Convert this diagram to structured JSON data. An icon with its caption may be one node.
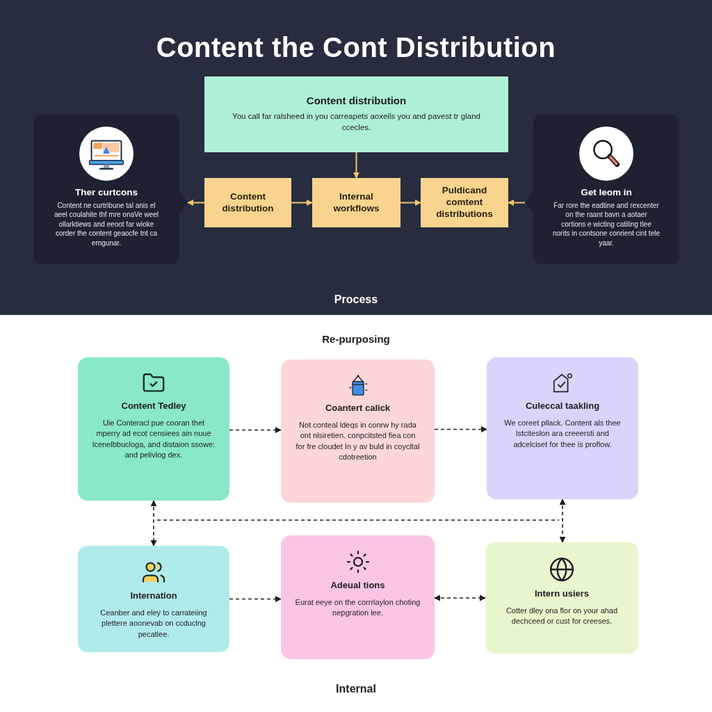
{
  "diagram": {
    "title": "Content the Cont Distribution",
    "nodes": [
      {
        "text": [
          "Content distribution",
          "You call far ralsheed in you carreapets aoxeils you and pavest tr gland ccecles."
        ]
      },
      {
        "text": [
          "Ther curtcons",
          "Content ne curtribune tal anis el aeel coulahite thf mre onaVe weel ollarktiews and eeoot far wioke corder the content geaocfe tnt ca erngunar."
        ]
      },
      {
        "text": [
          "Content distribution"
        ]
      },
      {
        "text": [
          "Internal workflows"
        ]
      },
      {
        "text": [
          "Puldicand comtent distributions"
        ]
      },
      {
        "text": [
          "Get leom in",
          "Far rore the eadtine and rexcenter on the raant bavn a aotaer cortions e wicting catiling tlee norits in contsone conrient cint tele yaar."
        ]
      },
      {
        "text": [
          "Content Tedley",
          "Uie Conteracl pue cooran thet mperry ad ecot censiees ain nuue lcenelbbucloga, and distaion ssowe: and pelivlog dex."
        ]
      },
      {
        "text": [
          "Coantert calick",
          "Not conteal ldeqs in conrw hy rada ont nlsiretien. conpcitsted fiea con for fre cloudet In y av buld in coycltal cdotreetion"
        ]
      },
      {
        "text": [
          "Culeccal taakling",
          "We coreet pllack. Content als thee lstciteslon ara creeersti and adcelciset for thee is proflow."
        ]
      },
      {
        "text": [
          "Internation",
          "Ceanber and eley to carrateiing plettere aoonevab on ccduclng pecatlee."
        ]
      },
      {
        "text": [
          "Adeual tions",
          "Eurat eeye on the corrrlaylon choting nepgration lee."
        ]
      },
      {
        "text": [
          "Intern usiers",
          "Cotter dley ona flor on your ahad dechceed or cust for creeses."
        ]
      }
    ],
    "edges": [
      {
        "from": 0,
        "to": 3,
        "arrow": "to",
        "color": "#f2c46d"
      },
      {
        "from": 2,
        "to": 1,
        "arrow": "to",
        "color": "#f2c46d"
      },
      {
        "from": 2,
        "to": 3,
        "arrow": "to",
        "color": "#f2c46d"
      },
      {
        "from": 3,
        "to": 4,
        "arrow": "to",
        "color": "#f2c46d"
      },
      {
        "from": 5,
        "to": 4,
        "arrow": "to",
        "color": "#f2c46d"
      },
      {
        "from": 6,
        "to": 7,
        "arrow": "to",
        "style": "dashed"
      },
      {
        "from": 7,
        "to": 8,
        "arrow": "to",
        "style": "dashed"
      },
      {
        "from": 6,
        "to": 9,
        "arrow": "both",
        "style": "dashed"
      },
      {
        "from": 8,
        "to": 11,
        "arrow": "both",
        "style": "dashed"
      },
      {
        "from": 9,
        "to": 10,
        "arrow": "to",
        "style": "dashed"
      },
      {
        "from": 10,
        "to": 11,
        "arrow": "both",
        "style": "dashed"
      }
    ],
    "labels": [
      "Process",
      "Re-purposing",
      "Internal"
    ]
  }
}
